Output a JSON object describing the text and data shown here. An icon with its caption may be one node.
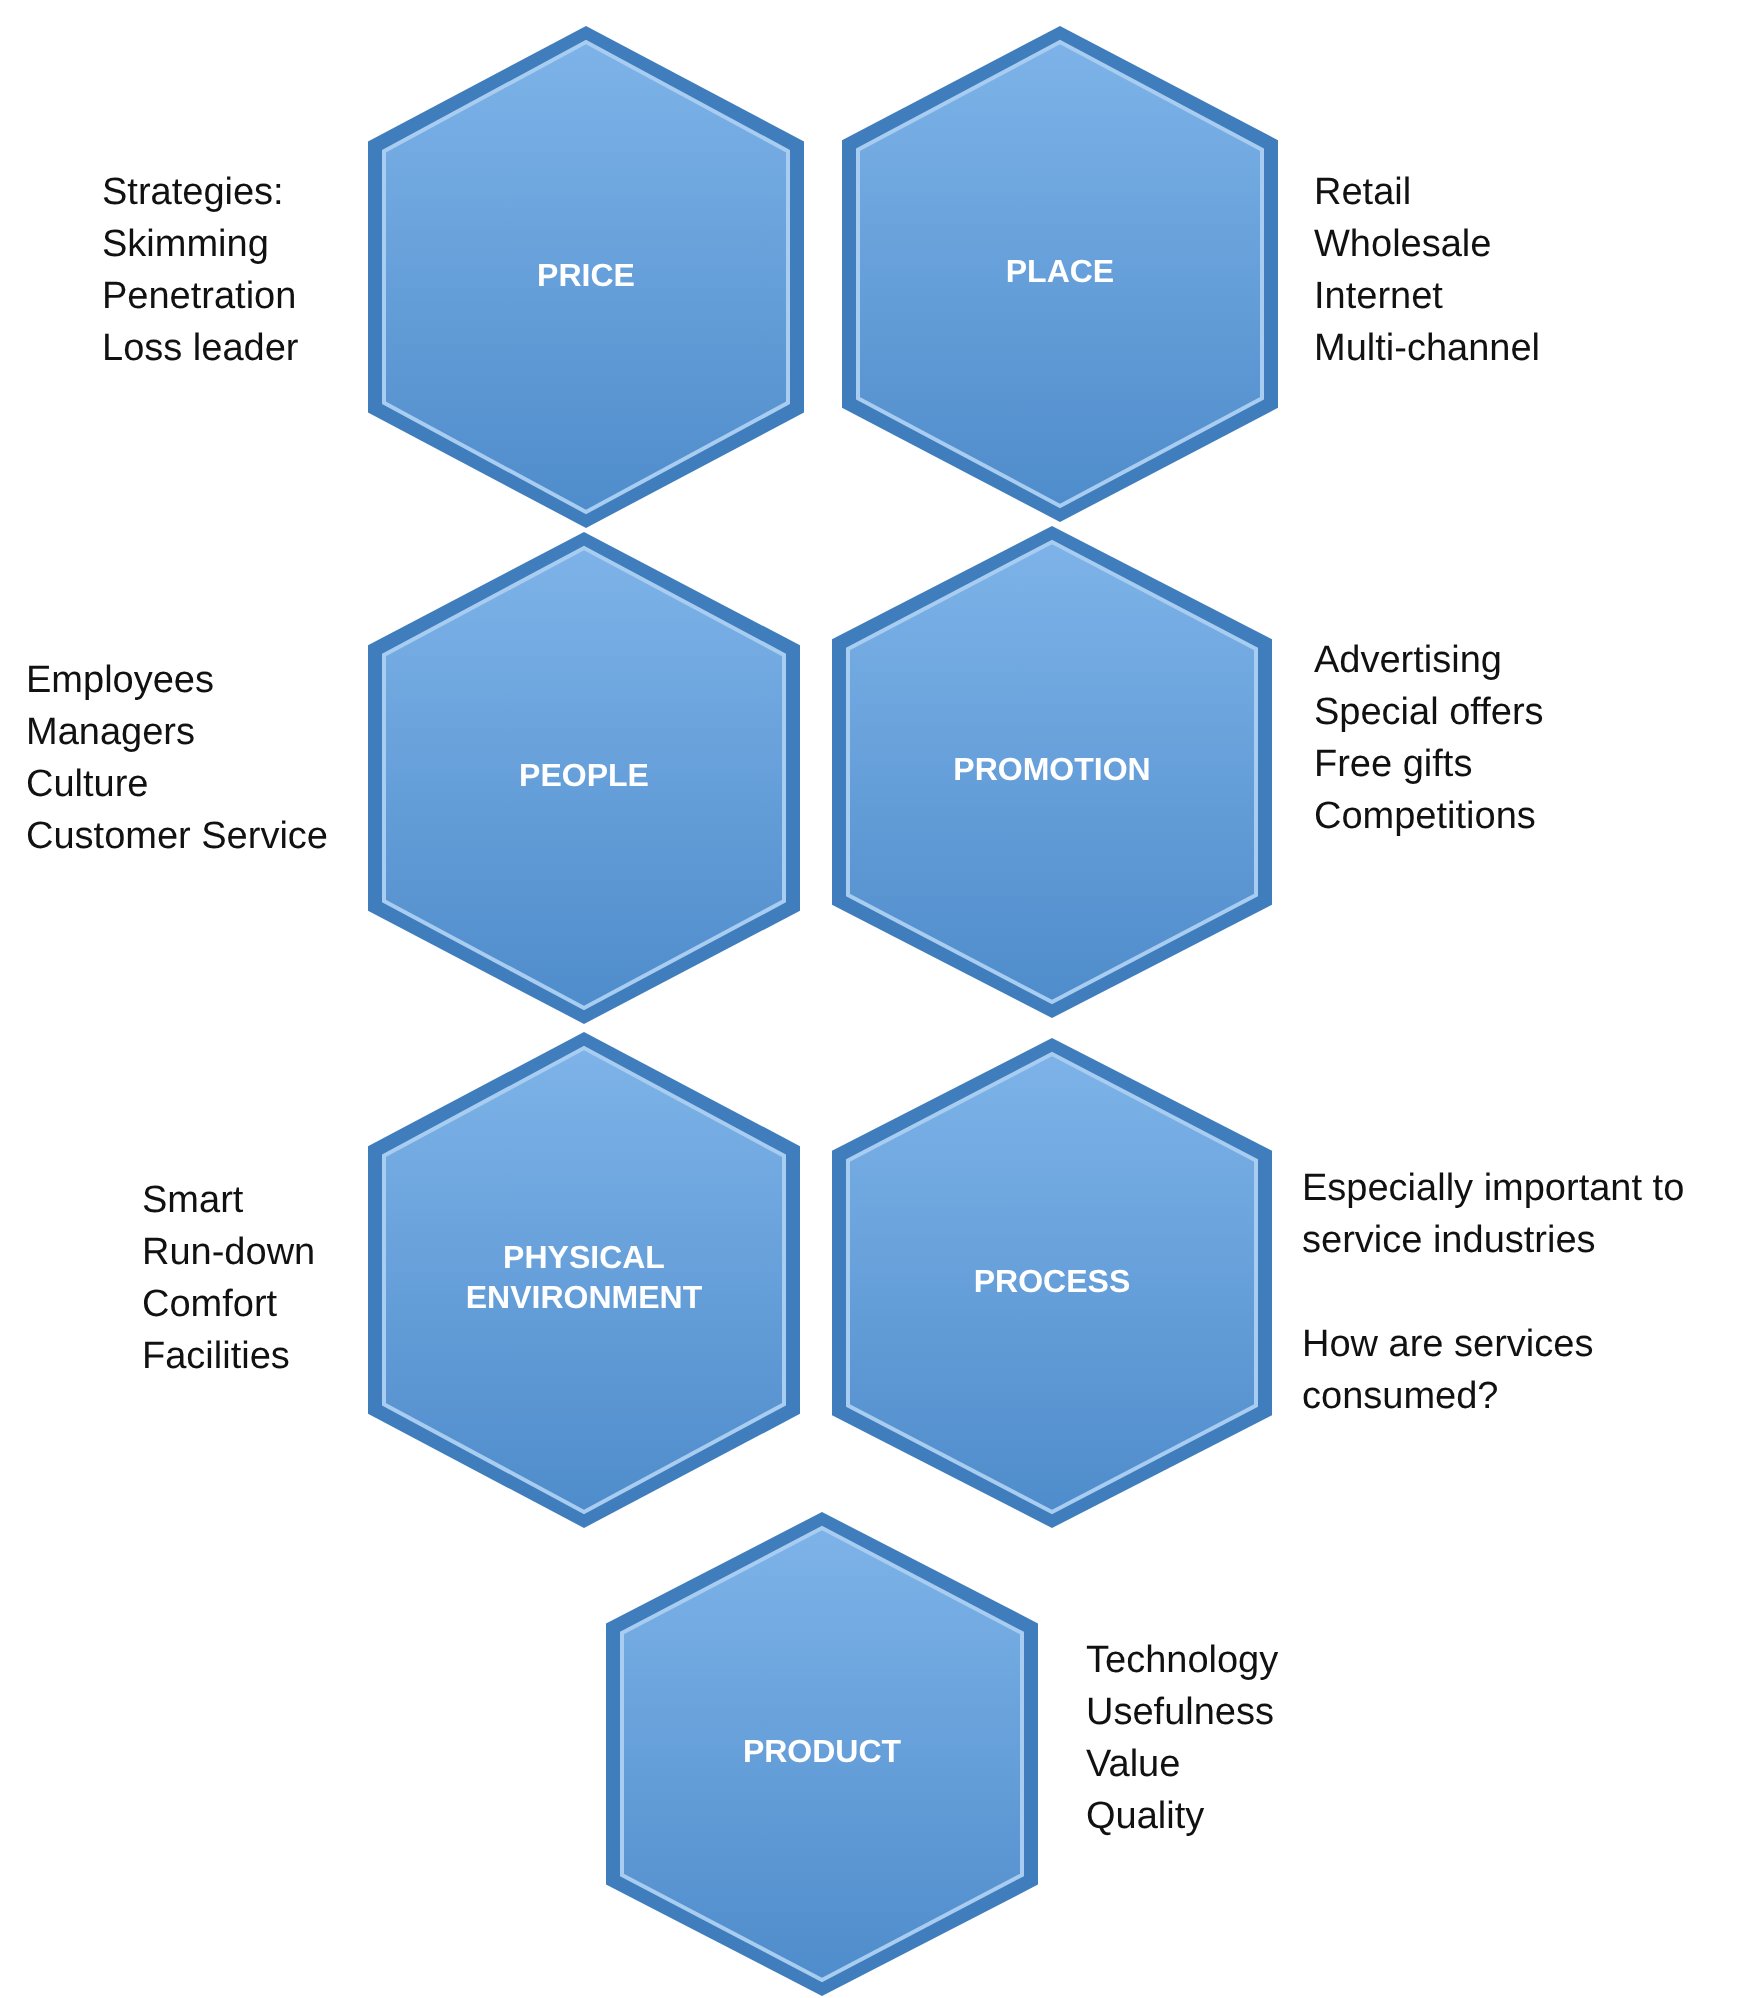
{
  "diagram": {
    "nodes": [
      {
        "text": [
          "PRICE"
        ],
        "beside": [
          "Strategies:",
          "Skimming",
          "Penetration",
          "Loss leader"
        ]
      },
      {
        "text": [
          "PLACE"
        ],
        "beside": [
          "Retail",
          "Wholesale",
          "Internet",
          "Multi-channel"
        ]
      },
      {
        "text": [
          "PEOPLE"
        ],
        "beside": [
          "Employees",
          "Managers",
          "Culture",
          "Customer Service"
        ]
      },
      {
        "text": [
          "PROMOTION"
        ],
        "beside": [
          "Advertising",
          "Special offers",
          "Free gifts",
          "Competitions"
        ]
      },
      {
        "text": [
          "PHYSICAL ENVIRONMENT"
        ],
        "beside": [
          "Smart",
          "Run-down",
          "Comfort",
          "Facilities"
        ]
      },
      {
        "text": [
          "PROCESS"
        ],
        "beside": [
          "Especially important to service industries",
          "How are services consumed?"
        ]
      },
      {
        "text": [
          "PRODUCT"
        ],
        "beside": [
          "Technology",
          "Usefulness",
          "Value",
          "Quality"
        ]
      }
    ]
  }
}
